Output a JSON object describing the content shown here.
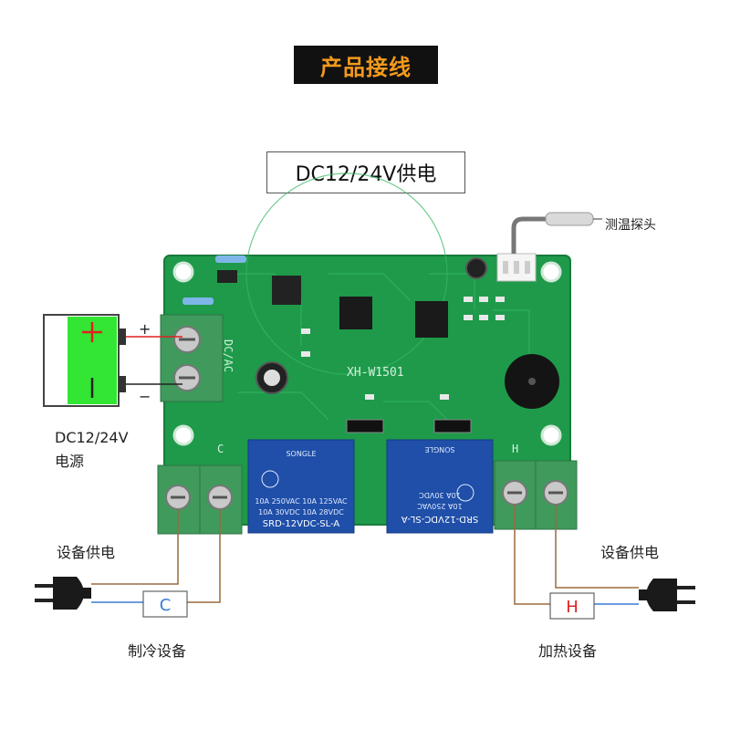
{
  "title": "产品接线",
  "power_note": "DC12/24V供电",
  "probe_label": "测温探头",
  "battery_source_line1": "DC12/24V",
  "battery_source_line2": "电源",
  "battery_plus": "+",
  "battery_minus": "−",
  "left_power_label": "设备供电",
  "right_power_label": "设备供电",
  "cooling_label": "制冷设备",
  "heating_label": "加热设备",
  "box_c": "C",
  "box_h": "H",
  "board": {
    "model": "XH-W1501",
    "dc_ac": "DC/AC",
    "port_c": "C",
    "port_h": "H",
    "relay_left_lines": [
      "SONGLE",
      "10A 250VAC  10A 125VAC",
      "10A 30VDC  10A 28VDC",
      "SRD-12VDC-SL-A"
    ],
    "relay_right_lines": [
      "SRD-12VDC-SL-A",
      "10A 250VAC",
      "10A 30VDC",
      "SONGLE"
    ]
  },
  "colors": {
    "title_bg": "#111111",
    "title_text": "#f39a1b",
    "pcb": "#1e9a4a",
    "battery": "#33e633",
    "relay": "#1f4fa8",
    "terminal": "#3f9a5c",
    "wire_brown": "#9b6a3c",
    "wire_blue": "#3a7bd5",
    "wire_red": "#e02020"
  }
}
